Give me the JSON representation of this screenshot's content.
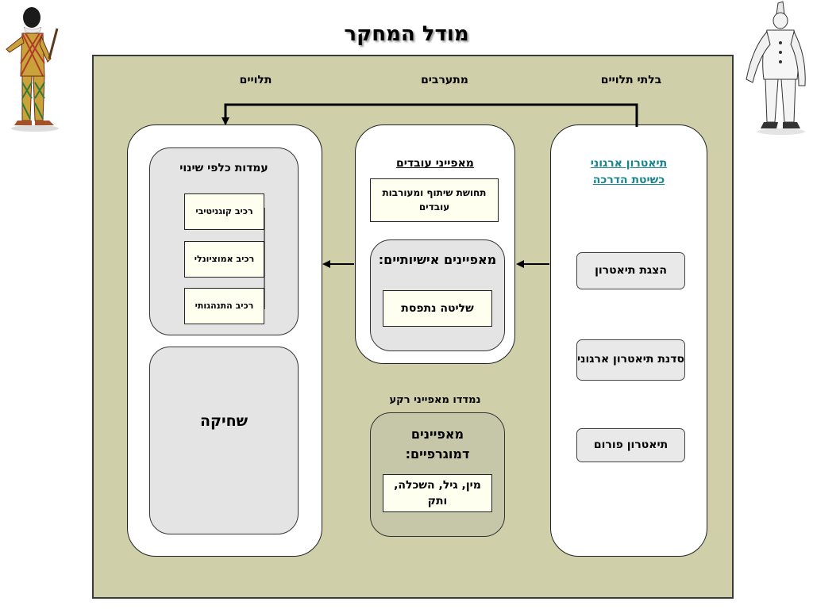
{
  "title": "מודל המחקר",
  "columns": {
    "independent": "בלתי תלויים",
    "mediating": "מתערבים",
    "dependent": "תלויים"
  },
  "independent_panel": {
    "heading_line1": "תיאטרון ארגוני",
    "heading_line2": "כשיטת הדרכה",
    "items": [
      "הצגת תיאטרון",
      "סדנת תיאטרון ארגוני",
      "תיאטרון פורום"
    ]
  },
  "mediating_panel": {
    "heading": "מאפייני עובדים",
    "engagement": "תחושת שיתוף ומעורבות עובדים",
    "personal_title": "מאפיינים אישיותיים:",
    "personal_item": "שליטה נתפסת"
  },
  "background": {
    "label": "נמדדו מאפייני רקע",
    "title": "מאפיינים דמוגרפיים:",
    "item": "מין, גיל, השכלה, ותק"
  },
  "dependent_panel": {
    "attitudes_title": "עמדות כלפי שינוי",
    "components": [
      "רכיב קוגניטיבי",
      "רכיב אמוציונלי",
      "רכיב התנהגותי"
    ],
    "burnout": "שחיקה"
  },
  "colors": {
    "frame_fill": "#cfcfaa",
    "teal_link": "#17858c",
    "gray_box": "#e4e4e4",
    "olive_box": "#c6c6a8"
  }
}
